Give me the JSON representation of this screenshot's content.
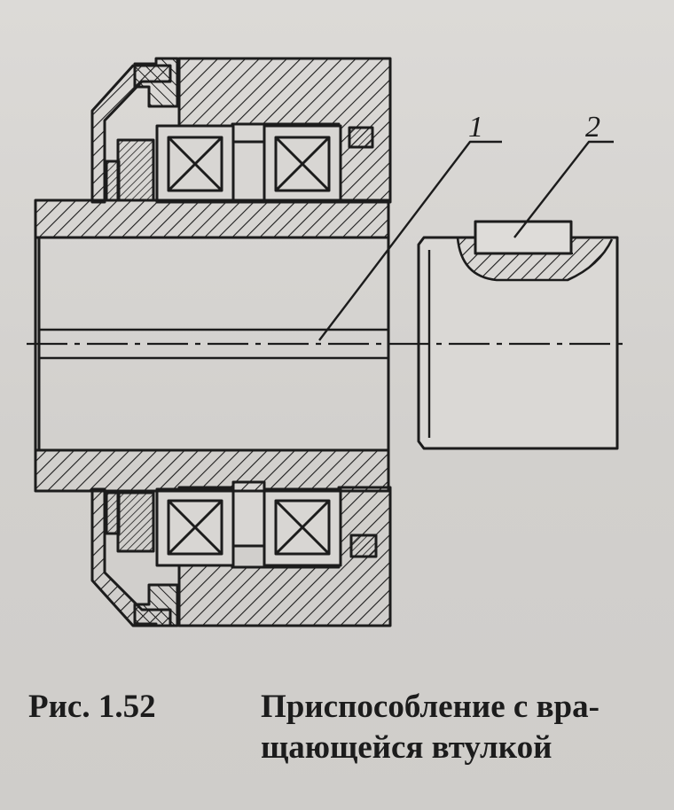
{
  "figure": {
    "callouts": [
      {
        "id": "callout-1",
        "text": "1"
      },
      {
        "id": "callout-2",
        "text": "2"
      }
    ]
  },
  "caption": {
    "number": "Рис. 1.52",
    "title_line1": "Приспособление с вра-",
    "title_line2": "щающейся втулкой"
  },
  "colors": {
    "ink": "#1c1c1c",
    "paper": "#d4d2cf"
  }
}
